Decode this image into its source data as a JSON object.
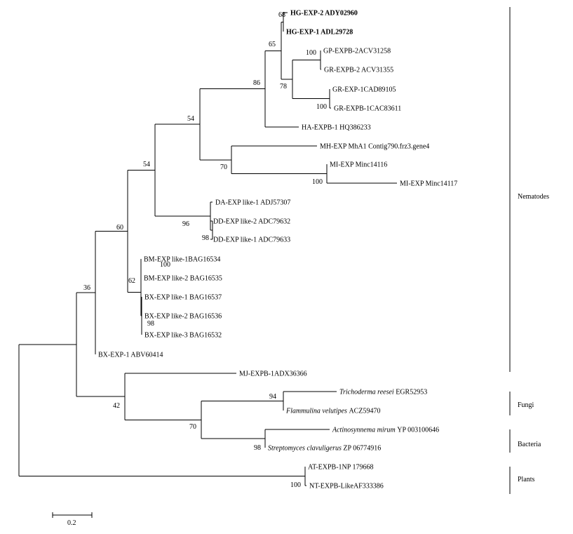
{
  "leaves": [
    {
      "name": "HG-EXP-2 ADY02960",
      "bold": true
    },
    {
      "name": "HG-EXP-1 ADL29728",
      "bold": true
    },
    {
      "name": "GP-EXPB-2ACV31258"
    },
    {
      "name": "GR-EXPB-2 ACV31355"
    },
    {
      "name": "GR-EXP-1CAD89105"
    },
    {
      "name": "GR-EXPB-1CAC83611"
    },
    {
      "name": "HA-EXPB-1 HQ386233"
    },
    {
      "name": "MH-EXP MhA1 Contig790.frz3.gene4"
    },
    {
      "name": "MI-EXP Minc14116"
    },
    {
      "name": "MI-EXP Minc14117"
    },
    {
      "name": "DA-EXP like-1 ADJ57307"
    },
    {
      "name": "DD-EXP like-2 ADC79632"
    },
    {
      "name": "DD-EXP like-1 ADC79633"
    },
    {
      "name": "BM-EXP like-1BAG16534"
    },
    {
      "name": "BM-EXP like-2 BAG16535"
    },
    {
      "name": "BX-EXP like-1 BAG16537"
    },
    {
      "name": "BX-EXP like-2 BAG16536"
    },
    {
      "name": "BX-EXP like-3 BAG16532"
    },
    {
      "name": "BX-EXP-1 ABV60414"
    },
    {
      "name": "MJ-EXPB-1ADX36366"
    },
    {
      "name": "EGR52953",
      "italic_prefix": "Trichoderma reesei"
    },
    {
      "name": "ACZ59470",
      "italic_prefix": "Flammulina velutipes"
    },
    {
      "name": "YP 003100646",
      "italic_prefix": "Actinosynnema mirum"
    },
    {
      "name": "ZP 06774916",
      "italic_prefix": "Streptomyces clavuligerus"
    },
    {
      "name": "AT-EXPB-1NP 179668"
    },
    {
      "name": "NT-EXPB-LikeAF333386"
    }
  ],
  "bootstrap": [
    "68",
    "65",
    "100",
    "78",
    "100",
    "86",
    "54",
    "70",
    "100",
    "54",
    "96",
    "98",
    "60",
    "100",
    "62",
    "98",
    "36",
    "42",
    "94",
    "70",
    "98",
    "100"
  ],
  "groups": [
    {
      "name": "Nematodes"
    },
    {
      "name": "Fungi"
    },
    {
      "name": "Bacteria"
    },
    {
      "name": "Plants"
    }
  ],
  "scale_bar": {
    "label": "0.2",
    "value": 0.2
  }
}
